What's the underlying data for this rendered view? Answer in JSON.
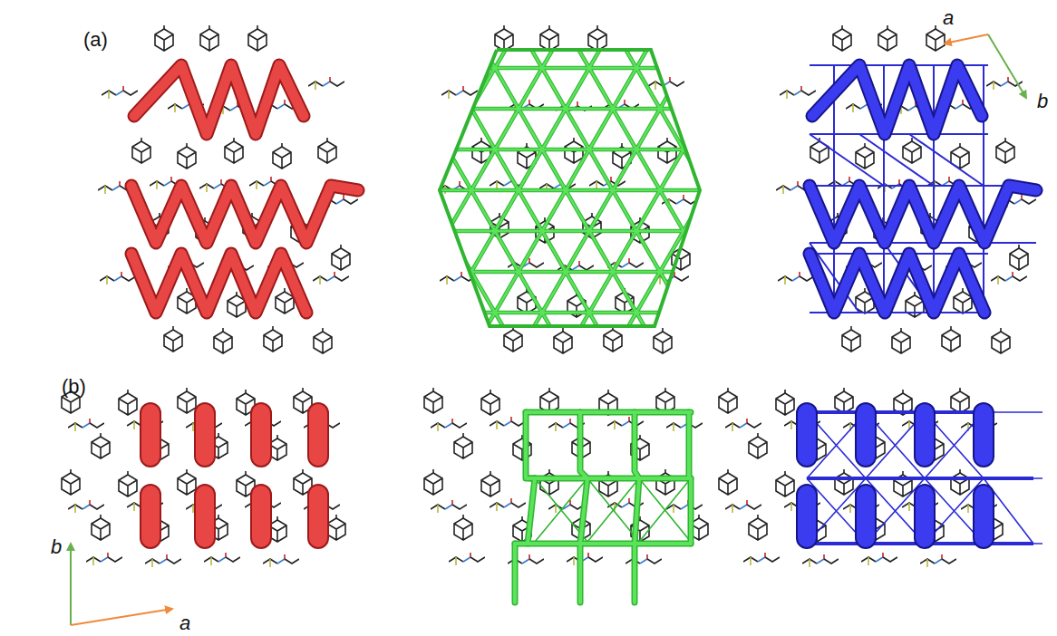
{
  "diagram": {
    "labels": [
      "(a)",
      "a",
      "b",
      "(b)",
      "b",
      "a"
    ]
  }
}
